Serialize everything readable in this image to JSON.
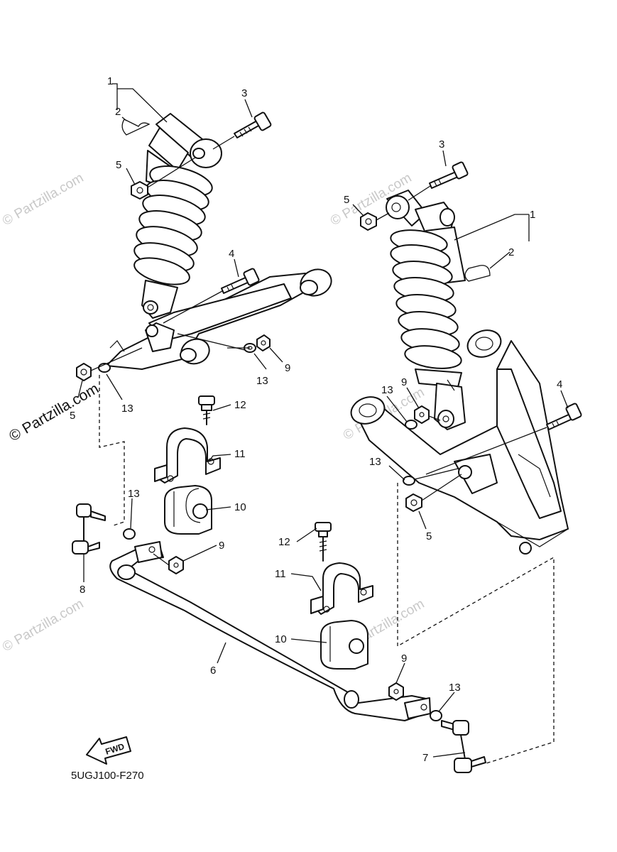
{
  "diagram": {
    "code": "5UGJ100-F270",
    "fwd_label": "FWD",
    "watermark": "© Partzilla.com",
    "callouts": {
      "c1a": "1",
      "c2a": "2",
      "c3a": "3",
      "c5a": "5",
      "c4a": "4",
      "c13a": "13",
      "c9a": "9",
      "c5b": "5",
      "c13b": "13",
      "c12a": "12",
      "c11a": "11",
      "c10a": "10",
      "c13c": "13",
      "c9b": "9",
      "c8": "8",
      "c6": "6",
      "c3b": "3",
      "c5c": "5",
      "c1b": "1",
      "c2b": "2",
      "c13d": "13",
      "c9c": "9",
      "c4b": "4",
      "c13e": "13",
      "c5d": "5",
      "c12b": "12",
      "c11b": "11",
      "c10b": "10",
      "c9d": "9",
      "c13f": "13",
      "c7": "7"
    }
  }
}
